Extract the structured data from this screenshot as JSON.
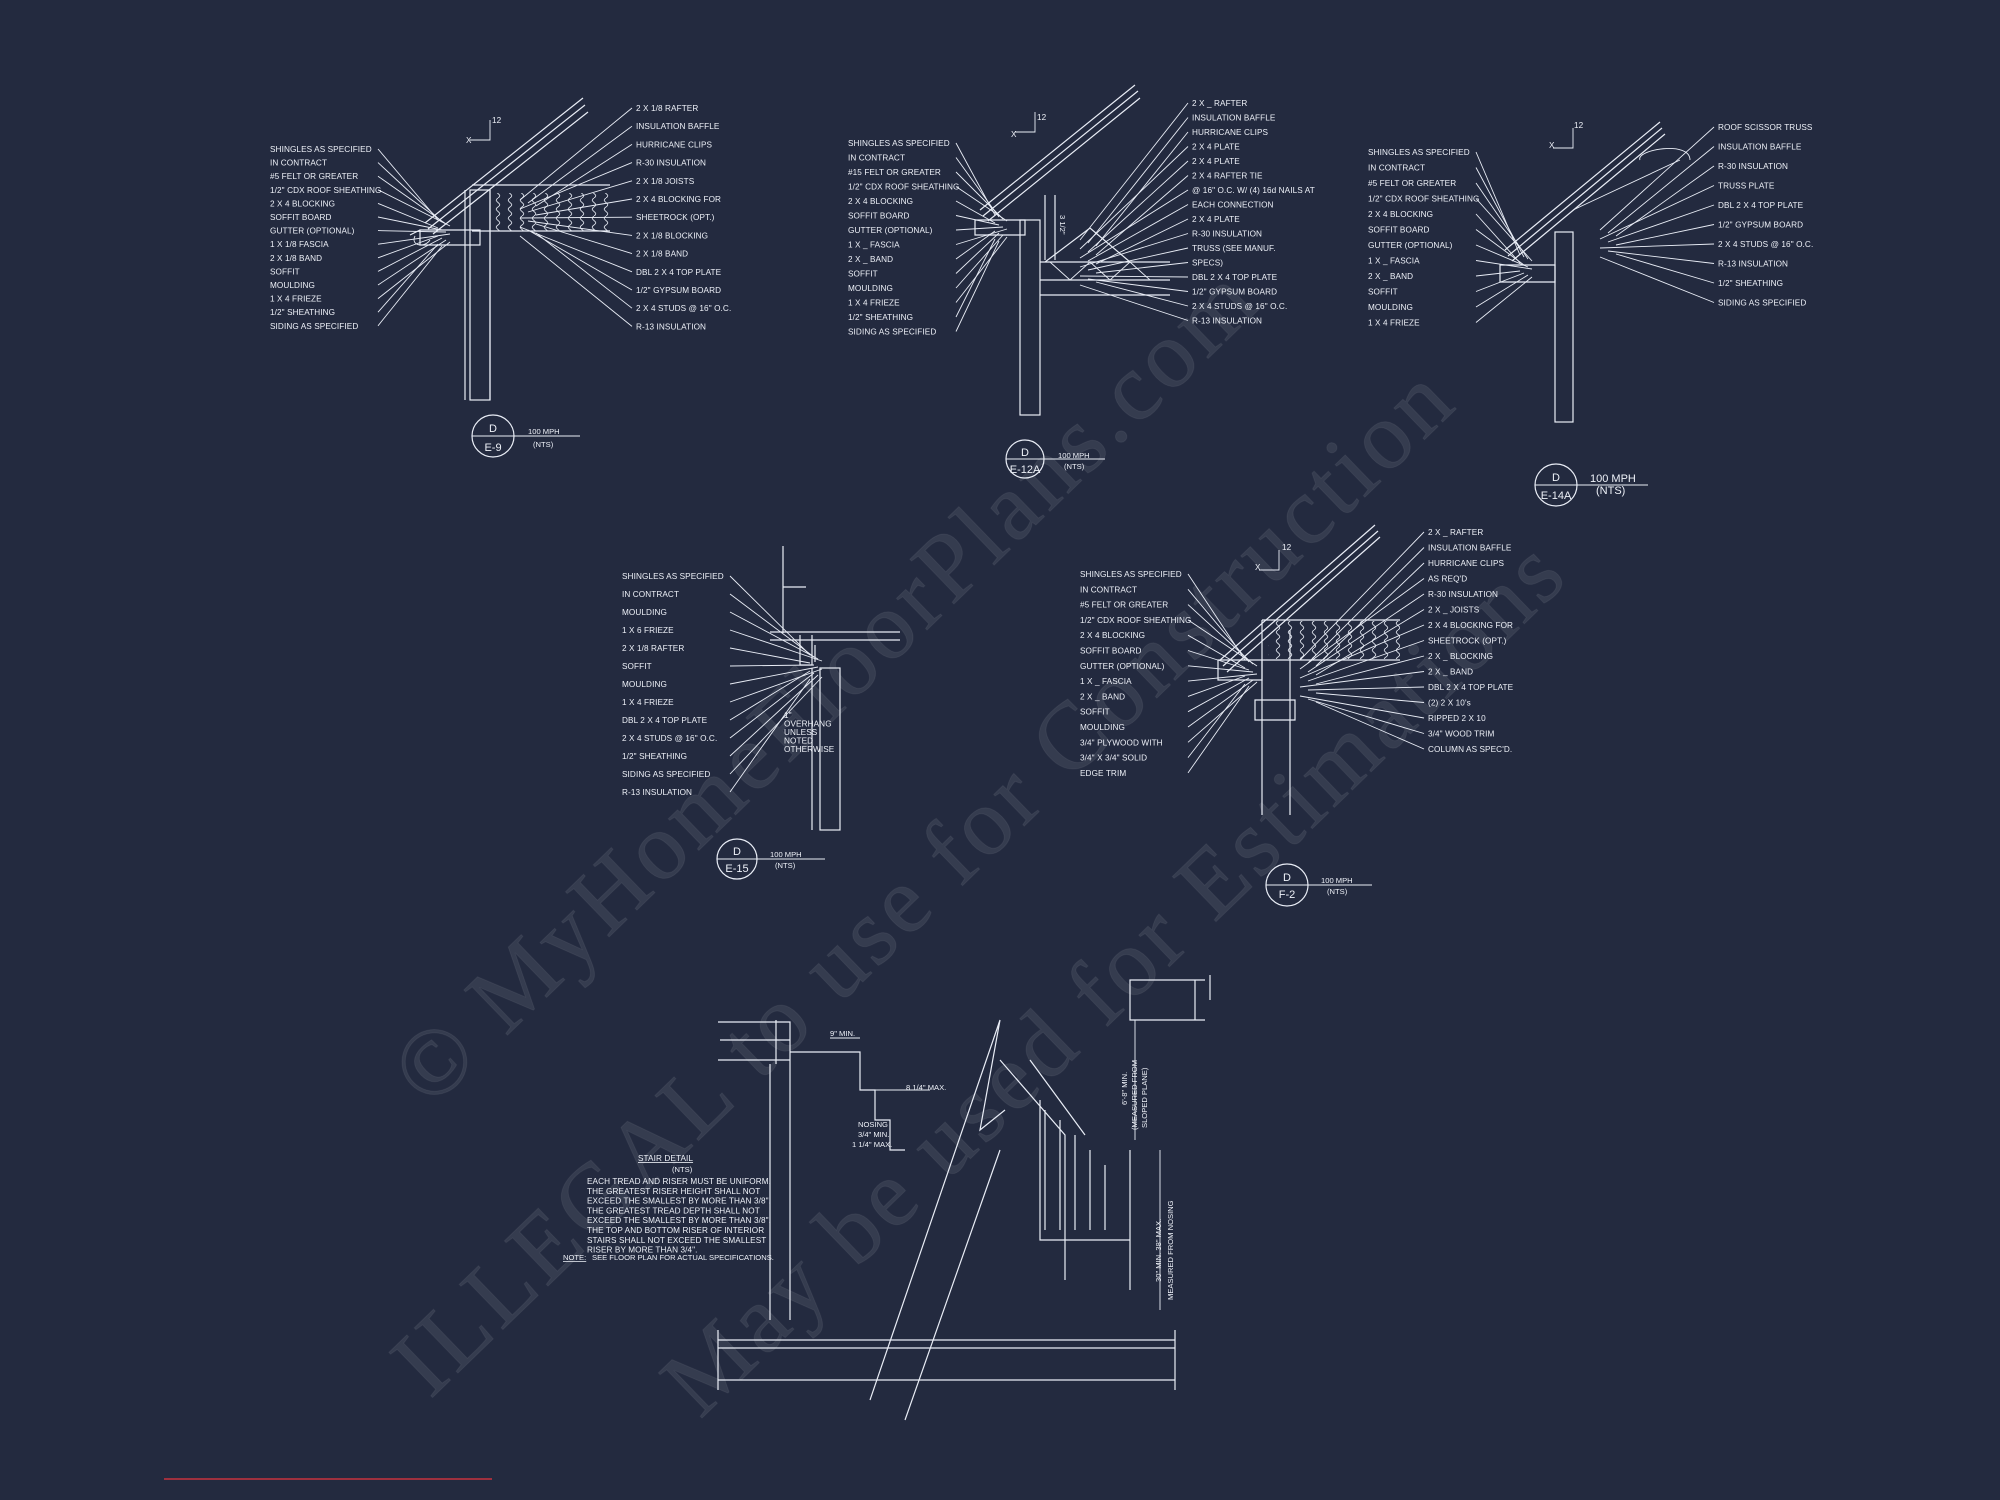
{
  "colors": {
    "background": "#232a3f",
    "linework": "#e9edf6",
    "accent_line": "#c8323f"
  },
  "watermark": [
    "© MyHomeFloorPlans.com",
    "ILLEGAL to use for Construction",
    "May be used for Estimations"
  ],
  "details": {
    "e9": {
      "pitch": "12",
      "pitch_var": "X",
      "mark": {
        "letter": "D",
        "sheet": "E-9",
        "wind": "100 MPH",
        "scale": "(NTS)"
      },
      "left_labels": [
        "SHINGLES AS SPECIFIED",
        "IN CONTRACT",
        "#5 FELT OR GREATER",
        "1/2\" CDX ROOF SHEATHING",
        "2 X 4 BLOCKING",
        "SOFFIT BOARD",
        "GUTTER (OPTIONAL)",
        "1 X 1/8 FASCIA",
        "2 X 1/8 BAND",
        "SOFFIT",
        "MOULDING",
        "1 X 4 FRIEZE",
        "1/2\" SHEATHING",
        "SIDING AS SPECIFIED"
      ],
      "right_labels": [
        "2 X 1/8 RAFTER",
        "INSULATION BAFFLE",
        "HURRICANE CLIPS",
        "R-30 INSULATION",
        "2 X 1/8 JOISTS",
        "2 X 4 BLOCKING FOR",
        "SHEETROCK (OPT.)",
        "2 X 1/8 BLOCKING",
        "2 X 1/8 BAND",
        "DBL 2 X 4 TOP PLATE",
        "1/2\" GYPSUM BOARD",
        "2 X 4 STUDS @ 16\" O.C.",
        "R-13 INSULATION"
      ]
    },
    "e12a": {
      "pitch": "12",
      "pitch_var": "X",
      "mark": {
        "letter": "D",
        "sheet": "E-12A",
        "wind": "100 MPH",
        "scale": "(NTS)"
      },
      "left_labels": [
        "SHINGLES AS SPECIFIED",
        "IN CONTRACT",
        "#15 FELT OR GREATER",
        "1/2\" CDX ROOF SHEATHING",
        "2 X 4 BLOCKING",
        "SOFFIT BOARD",
        "GUTTER (OPTIONAL)",
        "1 X _ FASCIA",
        "2 X _ BAND",
        "SOFFIT",
        "MOULDING",
        "1 X 4 FRIEZE",
        "1/2\" SHEATHING",
        "SIDING AS SPECIFIED"
      ],
      "right_labels": [
        "2 X _ RAFTER",
        "INSULATION BAFFLE",
        "HURRICANE CLIPS",
        "2 X 4 PLATE",
        "2 X 4 PLATE",
        "2 X 4 RAFTER TIE",
        "@ 16\" O.C. W/ (4) 16d NAILS AT",
        "EACH CONNECTION",
        "2 X 4 PLATE",
        "R-30 INSULATION",
        "TRUSS (SEE MANUF.",
        "SPECS)",
        "DBL 2 X 4 TOP PLATE",
        "1/2\" GYPSUM BOARD",
        "2 X 4 STUDS @ 16\" O.C.",
        "R-13 INSULATION"
      ],
      "dim": "3 1/2\""
    },
    "e14a": {
      "pitch": "12",
      "pitch_var": "X",
      "mark": {
        "letter": "D",
        "sheet": "E-14A",
        "wind": "100 MPH",
        "scale": "(NTS)"
      },
      "left_labels": [
        "SHINGLES AS SPECIFIED",
        "IN CONTRACT",
        "#5 FELT OR GREATER",
        "1/2\" CDX ROOF SHEATHING",
        "2 X 4 BLOCKING",
        "SOFFIT BOARD",
        "GUTTER (OPTIONAL)",
        "1 X _ FASCIA",
        "2 X _ BAND",
        "SOFFIT",
        "MOULDING",
        "1 X 4 FRIEZE"
      ],
      "right_labels": [
        "ROOF SCISSOR TRUSS",
        "INSULATION BAFFLE",
        "R-30 INSULATION",
        "TRUSS PLATE",
        "DBL 2 X 4 TOP PLATE",
        "1/2\" GYPSUM BOARD",
        "2 X 4 STUDS @ 16\" O.C.",
        "R-13 INSULATION",
        "1/2\" SHEATHING",
        "SIDING AS SPECIFIED"
      ]
    },
    "e15": {
      "mark": {
        "letter": "D",
        "sheet": "E-15",
        "wind": "100 MPH",
        "scale": "(NTS)"
      },
      "labels": [
        "SHINGLES AS SPECIFIED",
        "IN CONTRACT",
        "MOULDING",
        "1 X 6 FRIEZE",
        "2 X 1/8 RAFTER",
        "SOFFIT",
        "MOULDING",
        "1 X 4 FRIEZE",
        "DBL 2 X 4 TOP PLATE",
        "2 X 4 STUDS @ 16\" O.C.",
        "1/2\" SHEATHING",
        "SIDING AS SPECIFIED",
        "R-13 INSULATION"
      ],
      "overhang_note": [
        "1\"",
        "OVERHANG",
        "UNLESS",
        "NOTED",
        "OTHERWISE"
      ]
    },
    "f2": {
      "pitch": "12",
      "pitch_var": "X",
      "mark": {
        "letter": "D",
        "sheet": "F-2",
        "wind": "100 MPH",
        "scale": "(NTS)"
      },
      "left_labels": [
        "SHINGLES AS SPECIFIED",
        "IN CONTRACT",
        "#5 FELT OR GREATER",
        "1/2\" CDX ROOF SHEATHING",
        "2 X 4 BLOCKING",
        "SOFFIT BOARD",
        "GUTTER (OPTIONAL)",
        "1 X _ FASCIA",
        "2 X _ BAND",
        "SOFFIT",
        "MOULDING",
        "3/4\" PLYWOOD WITH",
        "3/4\" X 3/4\" SOLID",
        "EDGE TRIM"
      ],
      "right_labels": [
        "2 X _ RAFTER",
        "INSULATION BAFFLE",
        "HURRICANE CLIPS",
        "AS REQ'D",
        "R-30 INSULATION",
        "2 X _ JOISTS",
        "2 X 4 BLOCKING FOR",
        "SHEETROCK (OPT.)",
        "2 X _ BLOCKING",
        "2 X _ BAND",
        "DBL 2 X 4 TOP PLATE",
        "(2) 2 X 10's",
        "RIPPED 2 X 10",
        "3/4\" WOOD TRIM",
        "COLUMN AS SPEC'D."
      ]
    },
    "stair": {
      "title": "STAIR DETAIL",
      "scale": "(NTS)",
      "notes": [
        "EACH TREAD AND RISER MUST BE UNIFORM.",
        "THE GREATEST RISER HEIGHT SHALL NOT",
        "EXCEED THE SMALLEST BY MORE THAN 3/8\".",
        "THE GREATEST TREAD DEPTH SHALL NOT",
        "EXCEED THE SMALLEST BY MORE THAN 3/8\".",
        "THE TOP AND BOTTOM RISER OF INTERIOR",
        "STAIRS SHALL NOT EXCEED THE SMALLEST",
        "RISER BY MORE THAN 3/4\"."
      ],
      "note_label": "NOTE:",
      "note_text": "SEE FLOOR PLAN FOR ACTUAL SPECIFICATIONS.",
      "dims": {
        "tread": "9\" MIN.",
        "riser": "8 1/4\" MAX.",
        "nosing": [
          "NOSING",
          "3/4\" MIN.",
          "1 1/4\" MAX."
        ],
        "headroom": [
          "6'-8\" MIN.",
          "(MEASURED FROM",
          "SLOPED PLANE)"
        ],
        "handrail": [
          "30\" MIN. 38\" MAX.",
          "MEASURED FROM NOSING"
        ]
      }
    }
  }
}
